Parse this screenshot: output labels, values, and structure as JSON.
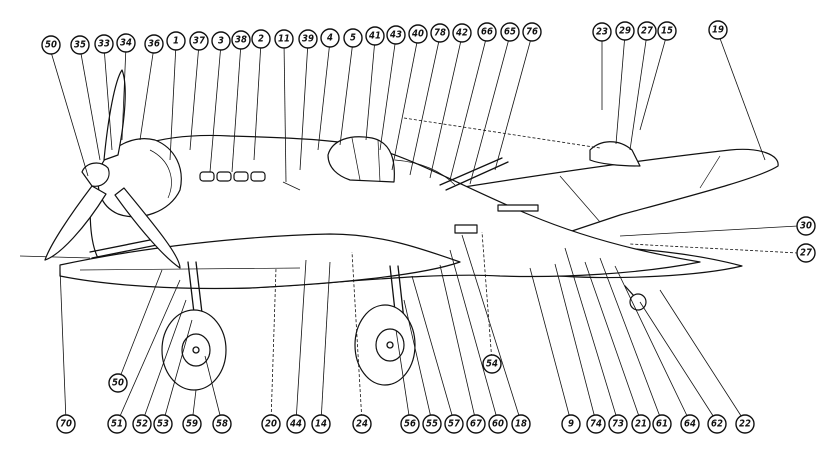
{
  "callouts_top": [
    {
      "id": "c50t",
      "label": "50"
    },
    {
      "id": "c35",
      "label": "35"
    },
    {
      "id": "c33",
      "label": "33"
    },
    {
      "id": "c34",
      "label": "34"
    },
    {
      "id": "c36",
      "label": "36"
    },
    {
      "id": "c1",
      "label": "1"
    },
    {
      "id": "c37",
      "label": "37"
    },
    {
      "id": "c3",
      "label": "3"
    },
    {
      "id": "c38",
      "label": "38"
    },
    {
      "id": "c2",
      "label": "2"
    },
    {
      "id": "c11",
      "label": "11"
    },
    {
      "id": "c39",
      "label": "39"
    },
    {
      "id": "c4",
      "label": "4"
    },
    {
      "id": "c5",
      "label": "5"
    },
    {
      "id": "c41",
      "label": "41"
    },
    {
      "id": "c43",
      "label": "43"
    },
    {
      "id": "c40",
      "label": "40"
    },
    {
      "id": "c78",
      "label": "78"
    },
    {
      "id": "c42",
      "label": "42"
    },
    {
      "id": "c66",
      "label": "66"
    },
    {
      "id": "c65",
      "label": "65"
    },
    {
      "id": "c76",
      "label": "76"
    },
    {
      "id": "c23",
      "label": "23"
    },
    {
      "id": "c29",
      "label": "29"
    },
    {
      "id": "c27t",
      "label": "27"
    },
    {
      "id": "c15",
      "label": "15"
    },
    {
      "id": "c19",
      "label": "19"
    }
  ],
  "callouts_right": [
    {
      "id": "c30",
      "label": "30"
    },
    {
      "id": "c27r",
      "label": "27"
    }
  ],
  "callouts_middle": [
    {
      "id": "c50m",
      "label": "50"
    },
    {
      "id": "c54",
      "label": "54"
    }
  ],
  "callouts_bottom": [
    {
      "id": "c70",
      "label": "70"
    },
    {
      "id": "c51",
      "label": "51"
    },
    {
      "id": "c52",
      "label": "52"
    },
    {
      "id": "c53",
      "label": "53"
    },
    {
      "id": "c59",
      "label": "59"
    },
    {
      "id": "c58",
      "label": "58"
    },
    {
      "id": "c20",
      "label": "20"
    },
    {
      "id": "c44",
      "label": "44"
    },
    {
      "id": "c14",
      "label": "14"
    },
    {
      "id": "c24",
      "label": "24"
    },
    {
      "id": "c56",
      "label": "56"
    },
    {
      "id": "c55",
      "label": "55"
    },
    {
      "id": "c57",
      "label": "57"
    },
    {
      "id": "c67",
      "label": "67"
    },
    {
      "id": "c60",
      "label": "60"
    },
    {
      "id": "c18",
      "label": "18"
    },
    {
      "id": "c9",
      "label": "9"
    },
    {
      "id": "c74",
      "label": "74"
    },
    {
      "id": "c73",
      "label": "73"
    },
    {
      "id": "c21",
      "label": "21"
    },
    {
      "id": "c61",
      "label": "61"
    },
    {
      "id": "c64",
      "label": "64"
    },
    {
      "id": "c62",
      "label": "62"
    },
    {
      "id": "c22",
      "label": "22"
    }
  ]
}
